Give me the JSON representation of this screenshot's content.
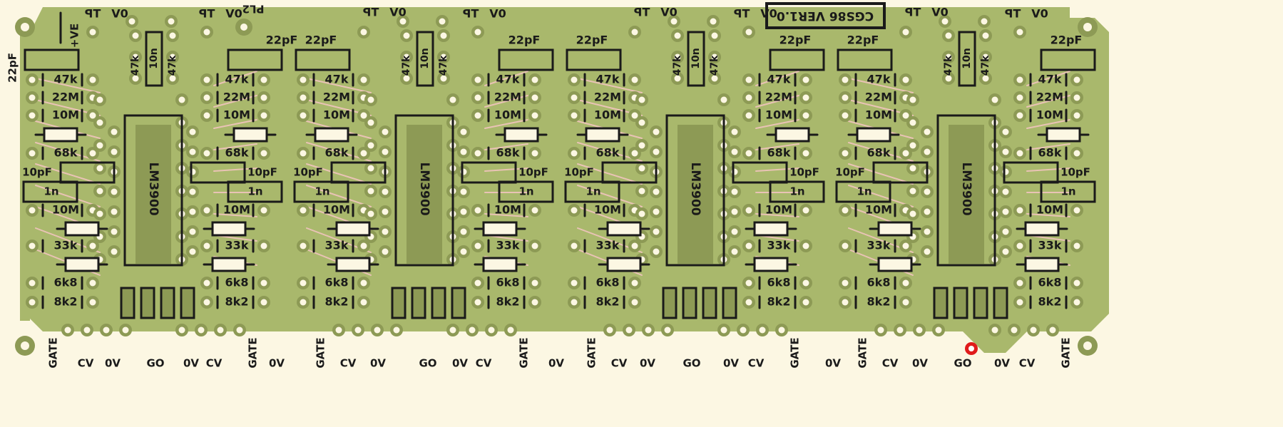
{
  "board_title": "CGS86 VER1.0",
  "connector_label": "PL2",
  "supply_label": "+VE",
  "ic_label": "LM3900",
  "cap_labels": {
    "c22p": "22pF",
    "c10p": "10pF",
    "c10n": "10n",
    "c1n": "1n"
  },
  "res_labels": {
    "r47k": "47k",
    "r22m": "22M",
    "r10m": "10M",
    "r68k": "68k",
    "r33k": "33k",
    "r6k8": "6k8",
    "r8k2": "8k2"
  },
  "top_labels": {
    "tp": "TP",
    "zero_v": "0V"
  },
  "bottom_labels": [
    "GATE",
    "CV",
    "0V",
    "GO",
    "0V",
    "CV",
    "GATE",
    "0V",
    "GATE",
    "CV",
    "0V",
    "GO",
    "0V",
    "CV",
    "GATE",
    "0V",
    "GATE",
    "CV",
    "0V",
    "GO",
    "0V",
    "CV",
    "GATE",
    "0V",
    "GATE",
    "CV",
    "0V",
    "GO",
    "0V",
    "CV",
    "GATE"
  ],
  "colors": {
    "board": "#fcf7e3",
    "copper": "#a9b86c",
    "copper_dark": "#8d9a55",
    "trace": "#a3b165",
    "silk": "#1a1a1a",
    "pad": "#fcf7e3",
    "via_marker": "#e01b1b"
  }
}
